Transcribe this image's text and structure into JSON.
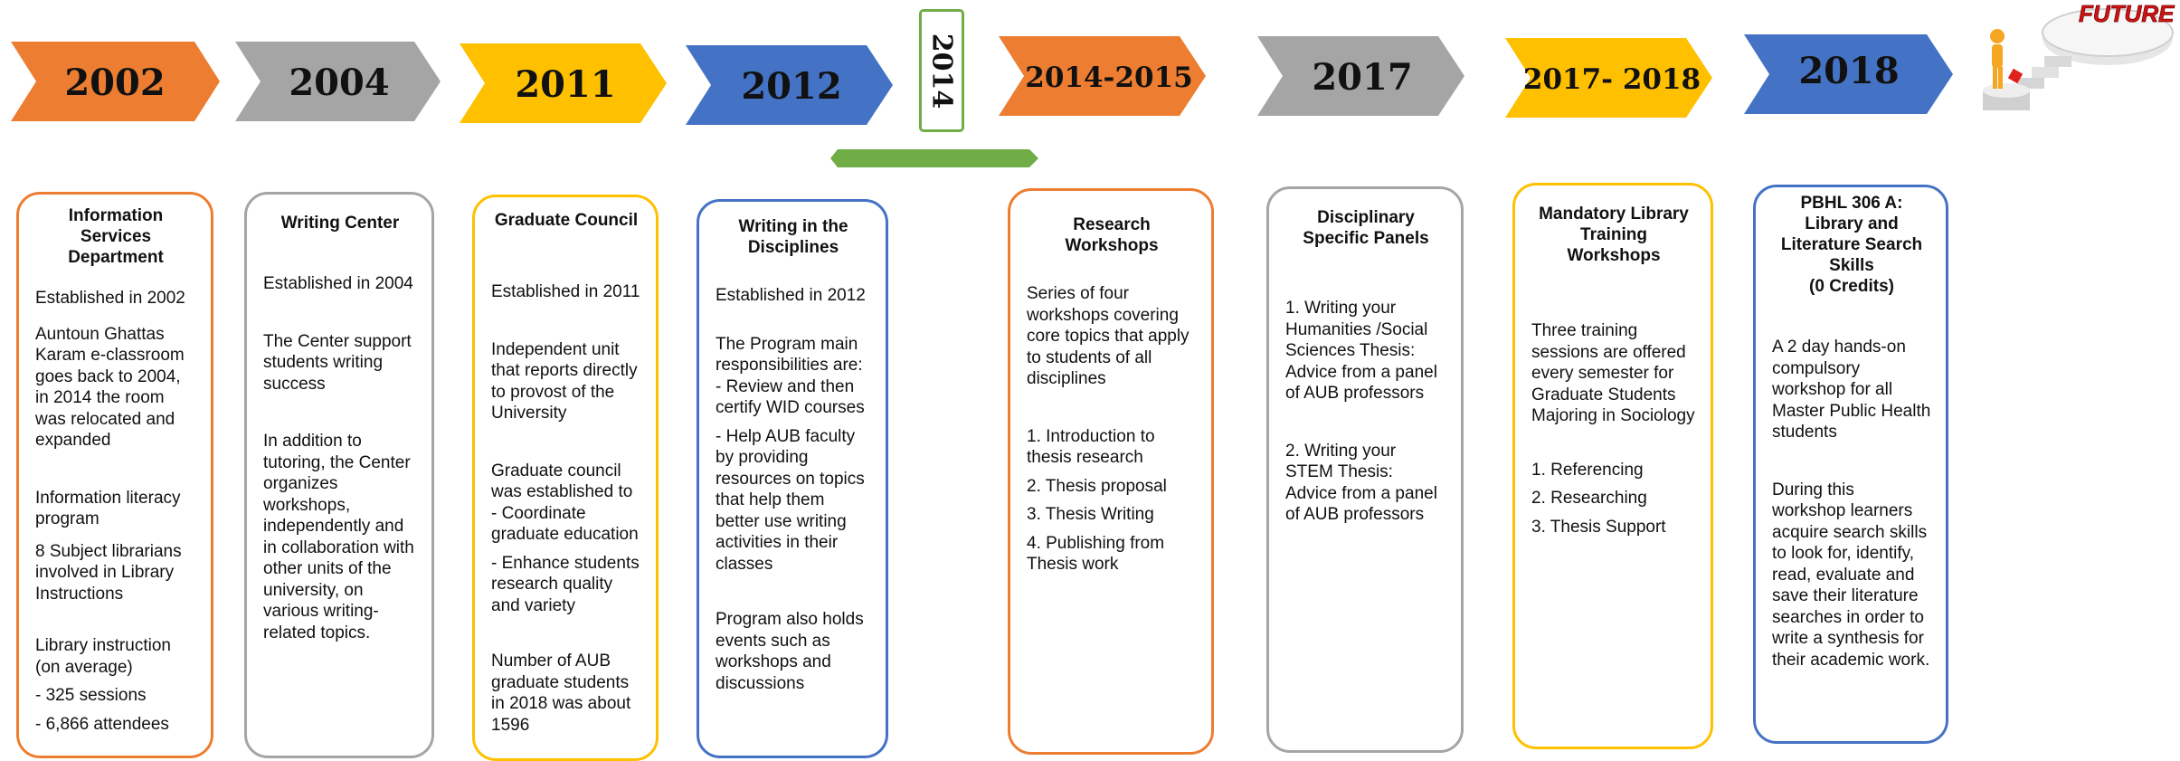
{
  "colors": {
    "orange": "#ed7d31",
    "gray": "#a5a5a5",
    "yellow": "#ffc000",
    "blue": "#4472c4",
    "green": "#70ad47"
  },
  "timeline": [
    {
      "year": "2002",
      "color": "orange"
    },
    {
      "year": "2004",
      "color": "gray"
    },
    {
      "year": "2011",
      "color": "yellow"
    },
    {
      "year": "2012",
      "color": "blue"
    },
    {
      "year": "2014-2015",
      "color": "orange"
    },
    {
      "year": "2017",
      "color": "gray"
    },
    {
      "year": "2017- 2018",
      "color": "yellow"
    },
    {
      "year": "2018",
      "color": "blue"
    }
  ],
  "milestone_2014": {
    "year": "2014",
    "color": "green"
  },
  "future": {
    "label": "FUTURE",
    "icon": "person-stairs-icon"
  },
  "cards": [
    {
      "title": "Information Services Department",
      "lines": [
        "Established in 2002",
        "Auntoun Ghattas Karam e-classroom goes back to 2004, in 2014 the room was relocated and expanded",
        "Information literacy program",
        "8 Subject librarians involved in Library Instructions",
        "Library instruction (on average)",
        "- 325 sessions",
        "- 6,866 attendees"
      ]
    },
    {
      "title": "Writing Center",
      "lines": [
        "Established in 2004",
        "The Center support students writing success",
        "In addition to tutoring, the Center organizes workshops, independently and in collaboration with other units of the university, on various writing-related topics."
      ]
    },
    {
      "title": "Graduate Council",
      "lines": [
        "Established in 2011",
        "Independent unit that reports directly to provost of the University",
        "Graduate council was established to\n- Coordinate graduate education",
        "- Enhance students research quality and variety",
        "Number of AUB graduate students in 2018 was about 1596"
      ]
    },
    {
      "title": "Writing in the Disciplines",
      "lines": [
        "Established in 2012",
        "The Program main responsibilities are:\n- Review and then certify WID courses",
        "- Help AUB faculty by providing resources on topics that help them better use writing activities in their classes",
        "Program also holds events such as workshops and discussions"
      ]
    },
    {
      "title": "Research Workshops",
      "lines": [
        "Series of four workshops covering core topics that apply to students of all disciplines",
        "1. Introduction to thesis research",
        "2. Thesis proposal",
        "3. Thesis Writing",
        "4. Publishing from Thesis work"
      ]
    },
    {
      "title": "Disciplinary Specific Panels",
      "lines": [
        "1. Writing your Humanities /Social Sciences Thesis: Advice from a panel of AUB professors",
        "2. Writing your STEM Thesis: Advice from a panel of AUB professors"
      ]
    },
    {
      "title": "Mandatory Library Training Workshops",
      "lines": [
        "Three training sessions are offered every semester for Graduate Students Majoring in Sociology",
        "1. Referencing",
        "2. Researching",
        "3. Thesis Support"
      ]
    },
    {
      "title": "PBHL 306 A: Library and Literature Search Skills\n(0 Credits)",
      "lines": [
        "A 2 day hands-on compulsory workshop for all Master Public Health students",
        "During this workshop learners acquire search skills to look for, identify, read, evaluate and save their literature searches in order to write a synthesis for their academic work."
      ]
    }
  ]
}
